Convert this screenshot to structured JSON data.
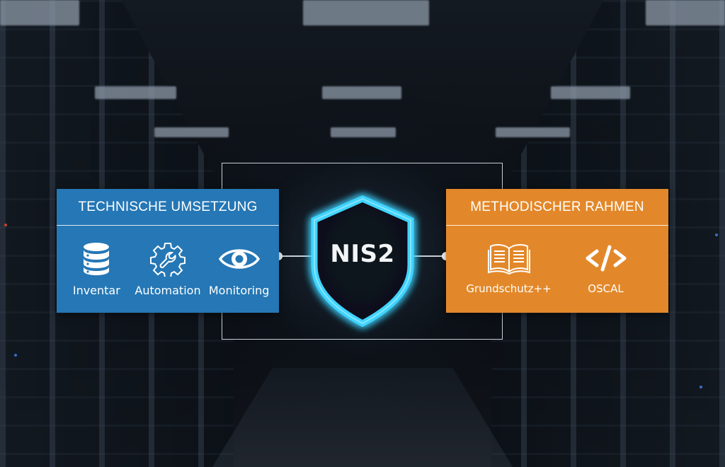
{
  "center": {
    "label": "NIS2",
    "icon": "shield-icon",
    "glow_color": "#3fd4ff"
  },
  "left_panel": {
    "title": "TECHNISCHE UMSETZUNG",
    "color": "#2577b5",
    "items": [
      {
        "label": "Inventar",
        "icon": "database-icon"
      },
      {
        "label": "Automation",
        "icon": "gear-wrench-icon"
      },
      {
        "label": "Monitoring",
        "icon": "eye-icon"
      }
    ]
  },
  "right_panel": {
    "title": "METHODISCHER RAHMEN",
    "color": "#e3882a",
    "items": [
      {
        "label": "Grundschutz++",
        "icon": "open-book-icon"
      },
      {
        "label": "OSCAL",
        "icon": "code-icon"
      }
    ]
  }
}
